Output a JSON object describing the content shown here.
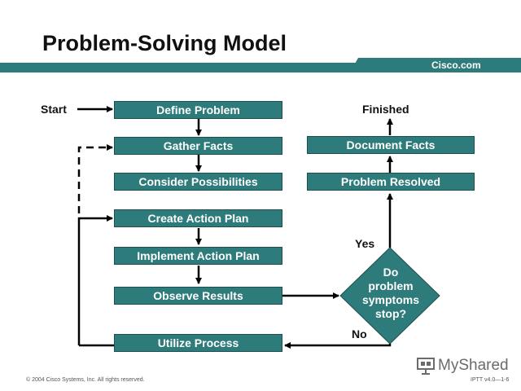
{
  "slide": {
    "title": "Problem-Solving Model",
    "brand": "Cisco.com",
    "footer_left": "© 2004 Cisco Systems, Inc. All rights reserved.",
    "footer_right": "IPTT v4.0—1-6",
    "watermark": "MyShared"
  },
  "diagram": {
    "start_label": "Start",
    "finished_label": "Finished",
    "steps": [
      "Define Problem",
      "Gather Facts",
      "Consider Possibilities",
      "Create Action Plan",
      "Implement Action Plan",
      "Observe Results",
      "Utilize Process"
    ],
    "resolution_steps": [
      "Problem Resolved",
      "Document  Facts"
    ],
    "decision": {
      "lines": [
        "Do",
        "problem",
        "symptoms",
        "stop?"
      ],
      "yes_label": "Yes",
      "no_label": "No"
    }
  },
  "colors": {
    "box_fill": "#2e7b7b",
    "band": "#2e7b7b",
    "text_on_box": "#ffffff",
    "arrow": "#000000"
  }
}
